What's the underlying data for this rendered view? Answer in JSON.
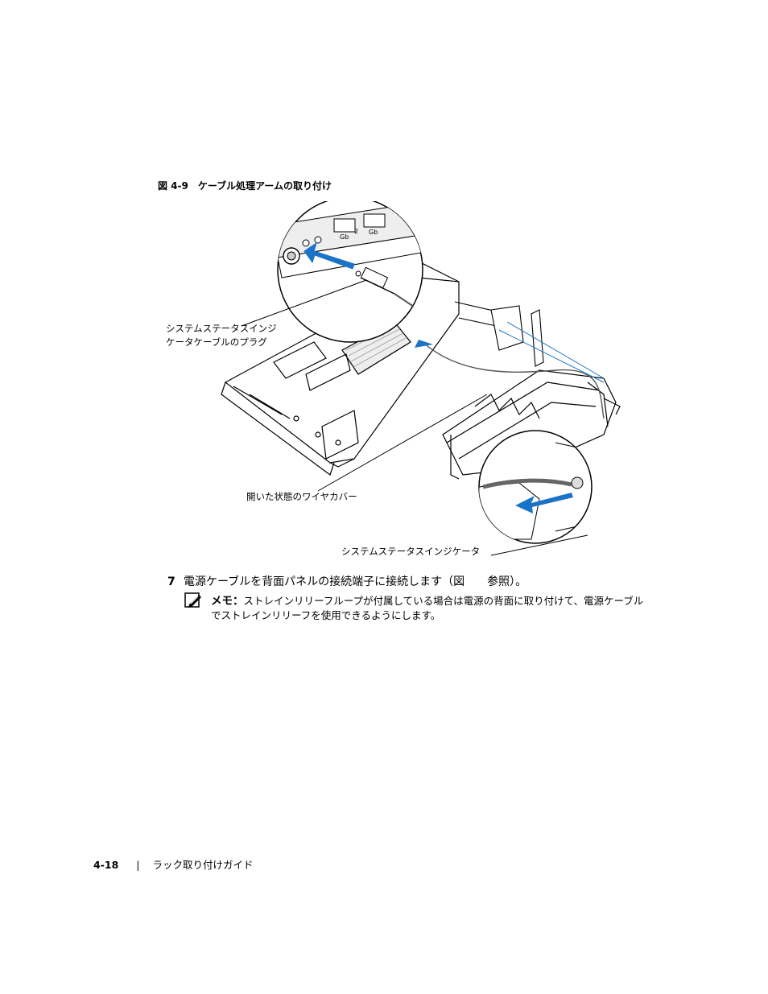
{
  "figure": {
    "caption": "図 4-9　ケーブル処理アームの取り付け",
    "callouts": {
      "plug_line1": "システムステータスインジ",
      "plug_line2": "ケータケーブルのプラグ",
      "wire_cover": "開いた状態のワイヤカバー",
      "indicator": "システムステータスインジケータ"
    },
    "panel_labels": [
      "Gb",
      "Gb",
      "2"
    ]
  },
  "step": {
    "number": "7",
    "text": "電源ケーブルを背面パネルの接続端子に接続します（図　　参照）。"
  },
  "note": {
    "label": "メモ：",
    "text": "ストレインリリーフループが付属している場合は電源の背面に取り付けて、電源ケーブルでストレインリリーフを使用できるようにします。"
  },
  "footer": {
    "page_number": "4-18",
    "separator": "|",
    "title": "ラック取り付けガイド"
  },
  "colors": {
    "arrow": "#1a73c9",
    "text": "#000000"
  }
}
